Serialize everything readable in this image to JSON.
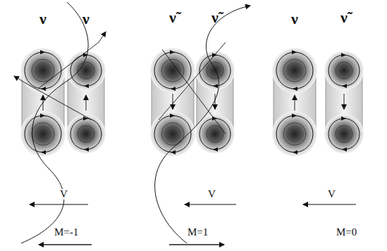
{
  "diagram": {
    "labels": [
      "ν",
      "ν",
      "ν̃",
      "ν̃",
      "ν",
      "ν̃",
      "V",
      "V",
      "V",
      "M=-1",
      "M=1",
      "M=0"
    ]
  }
}
